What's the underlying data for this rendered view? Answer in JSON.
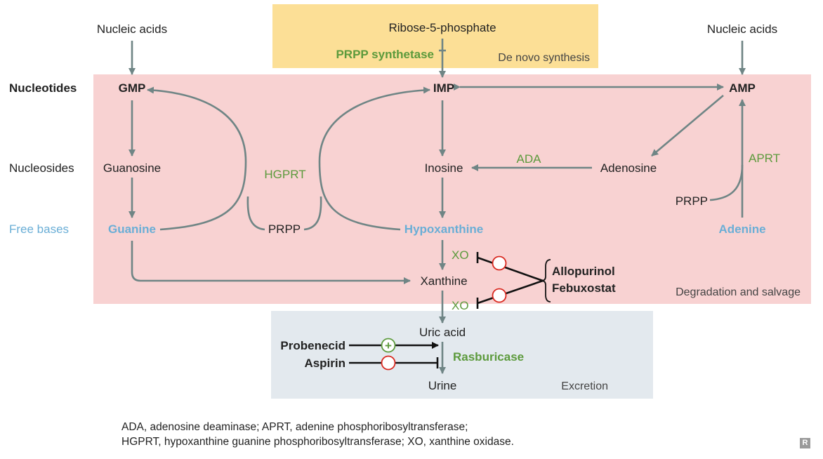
{
  "labels": {
    "nucleic_acids_left": "Nucleic acids",
    "nucleic_acids_right": "Nucleic acids",
    "ribose": "Ribose-5-phosphate",
    "prpp_synthetase": "PRPP synthetase",
    "de_novo": "De novo synthesis",
    "row_nucleotides": "Nucleotides",
    "row_nucleosides": "Nucleosides",
    "row_free_bases": "Free bases",
    "gmp": "GMP",
    "imp": "IMP",
    "amp": "AMP",
    "guanosine": "Guanosine",
    "inosine": "Inosine",
    "adenosine": "Adenosine",
    "guanine": "Guanine",
    "hypoxanthine": "Hypoxanthine",
    "adenine": "Adenine",
    "prpp_center": "PRPP",
    "prpp_right": "PRPP",
    "hgprt": "HGPRT",
    "ada": "ADA",
    "aprt": "APRT",
    "xo_top": "XO",
    "xo_bottom": "XO",
    "xanthine": "Xanthine",
    "allopurinol": "Allopurinol",
    "febuxostat": "Febuxostat",
    "degradation": "Degradation and salvage",
    "uric_acid": "Uric acid",
    "probenecid": "Probenecid",
    "aspirin": "Aspirin",
    "rasburicase": "Rasburicase",
    "urine": "Urine",
    "excretion": "Excretion",
    "plus_sign": "+"
  },
  "legend": {
    "line1": "ADA, adenosine deaminase; APRT, adenine phosphoribosyltransferase;",
    "line2": "HGPRT, hypoxanthine guanine phosphoribosyltransferase; XO, xanthine oxidase."
  },
  "badge": "R",
  "colors": {
    "de_novo_bg": "#fcdf96",
    "salvage_bg": "#f8d2d2",
    "excretion_bg": "#e3e9ee",
    "arrow": "#6f8585",
    "free_base_blue": "#6aaed6",
    "enzyme_green": "#5c9a3c",
    "inhibitor_red": "#d9281f"
  }
}
